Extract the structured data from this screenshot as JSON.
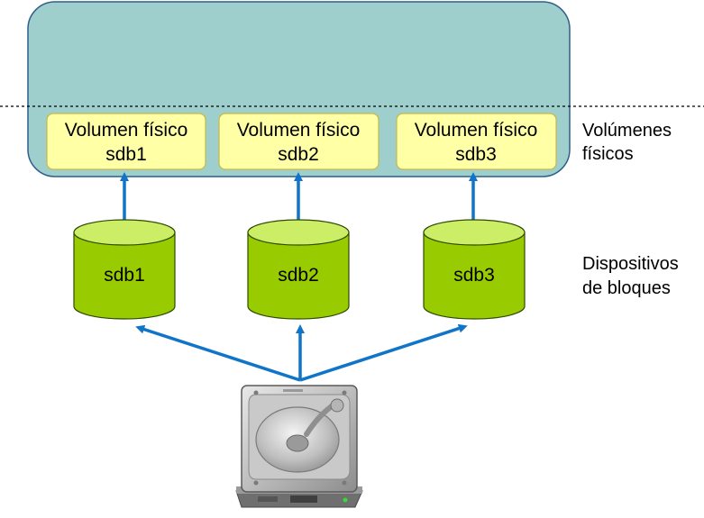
{
  "colors": {
    "volume_group_fill": "#9ecfcd",
    "volume_group_stroke": "#2f5f8a",
    "physical_volume_fill": "#ffffa6",
    "physical_volume_stroke": "#c8b848",
    "disk_fill": "#99cc00",
    "disk_top_fill": "#ccee66",
    "disk_stroke": "#2e4a00",
    "arrow": "#1074c8",
    "dotted_line": "#000000"
  },
  "labels": {
    "physical_volumes_line1": "Volúmenes",
    "physical_volumes_line2": "físicos",
    "block_devices_line1": "Dispositivos",
    "block_devices_line2": "de bloques"
  },
  "physical_volumes": [
    {
      "line1": "Volumen físico",
      "line2": "sdb1"
    },
    {
      "line1": "Volumen físico",
      "line2": "sdb2"
    },
    {
      "line1": "Volumen físico",
      "line2": "sdb3"
    }
  ],
  "block_devices": [
    {
      "label": "sdb1"
    },
    {
      "label": "sdb2"
    },
    {
      "label": "sdb3"
    }
  ],
  "hard_drive": {
    "icon": "hard-drive-icon"
  }
}
